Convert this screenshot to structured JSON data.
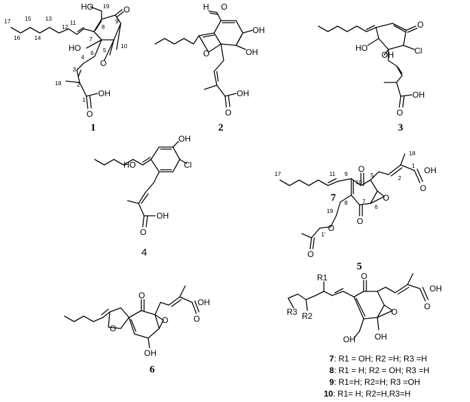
{
  "compounds": {
    "c1": {
      "id": "1",
      "atoms": {
        "ho_top": "HO",
        "o9": "O",
        "ho6": "HO",
        "o_epox": "O",
        "oh1": "OH",
        "o1": "O"
      },
      "numbers": {
        "n17": "17",
        "n15": "15",
        "n13": "13",
        "n11": "11",
        "n12": "12",
        "n16": "16",
        "n14": "14",
        "n19": "19",
        "n8": "8",
        "n9": "9",
        "n7": "7",
        "n6": "6",
        "n5": "5",
        "n10": "10",
        "n4": "4",
        "n3": "3",
        "n2": "2",
        "n18": "18",
        "n1": "1"
      }
    },
    "c2": {
      "id": "2",
      "atoms": {
        "h": "H",
        "o_ald": "O",
        "oh_a": "OH",
        "oh_b": "OH",
        "o_furan": "O",
        "oh_acid": "OH",
        "o_acid": "O"
      }
    },
    "c3": {
      "id": "3",
      "atoms": {
        "o_ket": "O",
        "ho": "HO",
        "oh": "OH",
        "cl": "Cl",
        "oh_acid": "OH",
        "o_acid": "O"
      }
    },
    "c4": {
      "id": "4",
      "atoms": {
        "oh_top": "OH",
        "ho": "HO",
        "cl": "Cl",
        "oh_acid": "OH",
        "o_acid": "O"
      }
    },
    "c5": {
      "id": "5",
      "atoms": {
        "o10": "O",
        "o7": "O",
        "o_epox": "O",
        "oh_acid": "OH",
        "o_acid": "O",
        "o_ester": "O",
        "o_acyl": "O"
      },
      "numbers": {
        "n17": "17",
        "n11": "11",
        "n9": "9",
        "n10": "10",
        "n5": "5",
        "n18": "18",
        "n2": "2",
        "n1": "1",
        "n7a": "7",
        "n19": "19",
        "n8": "8",
        "n7b": "7",
        "n6": "6",
        "n1p": "1'"
      }
    },
    "c6": {
      "id": "6",
      "atoms": {
        "o_ket": "O",
        "o_furan": "O",
        "o_epox": "O",
        "oh_acid": "OH",
        "o_acid": "O",
        "oh": "OH"
      }
    },
    "c7to10": {
      "atoms": {
        "r1": "R1",
        "r2": "R2",
        "r3": "R3",
        "o_ket": "O",
        "o_epox": "O",
        "oh_acid": "OH",
        "o_acid": "O",
        "oh_a": "OH",
        "oh_b": "OH"
      },
      "legend": [
        {
          "id": "7",
          "text": ": R1 = OH; R2 =H;  R3 =H"
        },
        {
          "id": "8",
          "text": ": R1 = H; R2 = OH; R3 =H"
        },
        {
          "id": "9",
          "text": ": R1=H; R2=H;  R3 =OH"
        },
        {
          "id": "10",
          "text": ": R1= H; R2=H,R3=H"
        }
      ]
    }
  }
}
